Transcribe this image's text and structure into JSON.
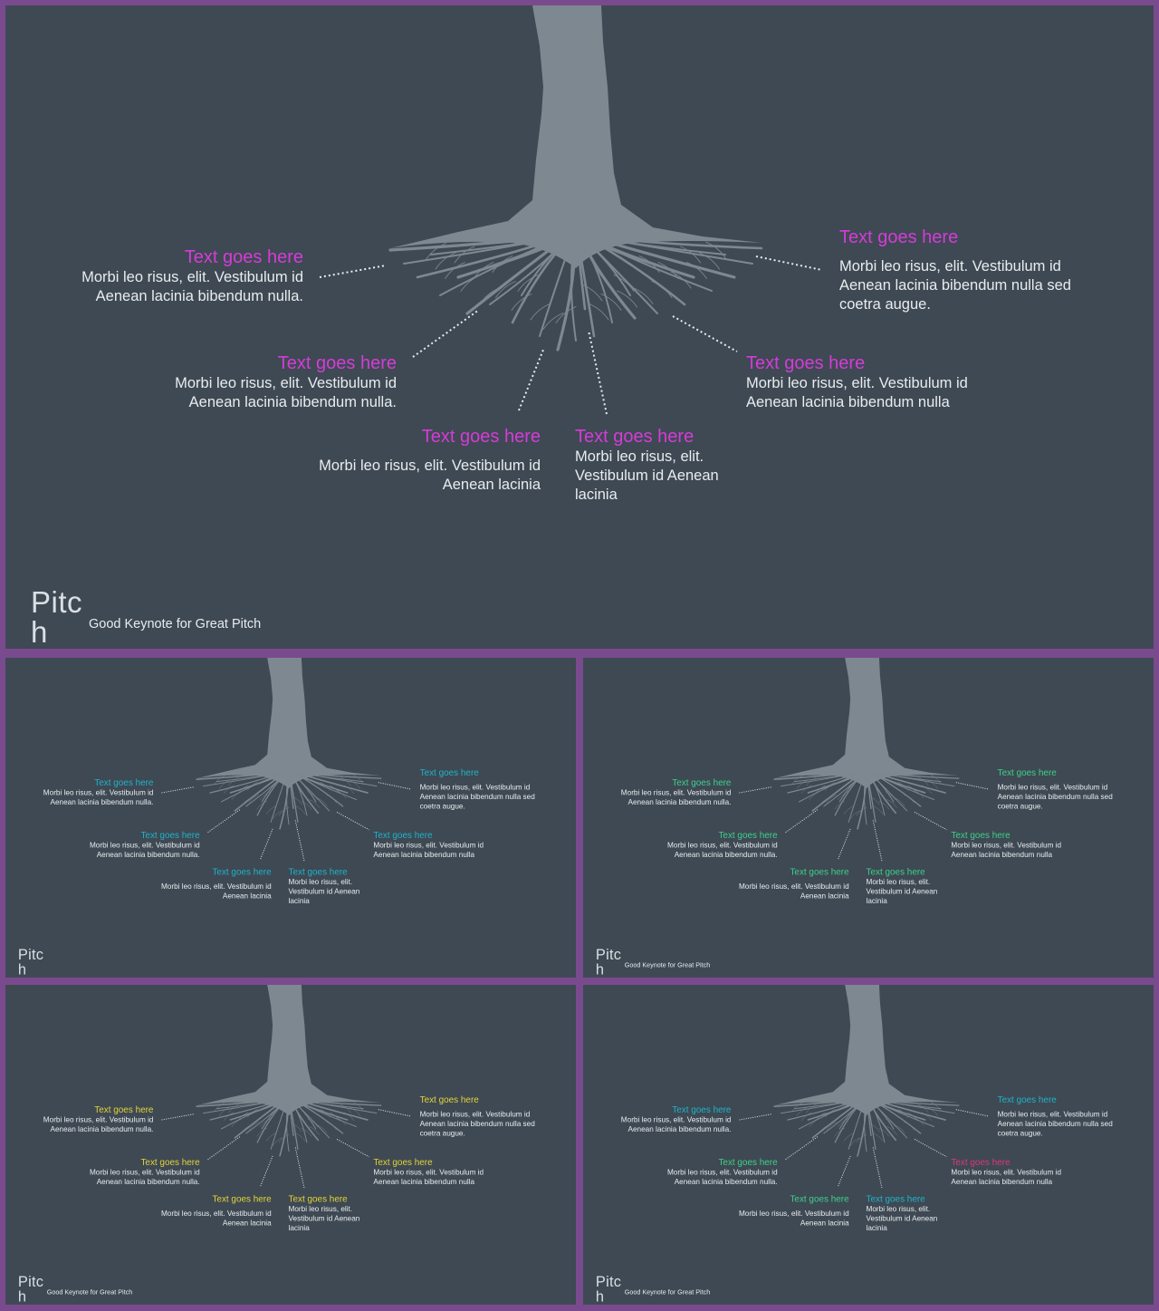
{
  "brand": {
    "name": "Pitch",
    "tagline": "Good Keynote for Great Pitch"
  },
  "slides": [
    {
      "accent": "#d63bd8",
      "titles": [
        "#d63bd8",
        "#d63bd8",
        "#d63bd8",
        "#d63bd8",
        "#d63bd8",
        "#d63bd8"
      ],
      "show_tagline": true
    },
    {
      "accent": "#1fb3c9",
      "titles": [
        "#1fb3c9",
        "#1fb3c9",
        "#1fb3c9",
        "#1fb3c9",
        "#1fb3c9",
        "#1fb3c9"
      ],
      "show_tagline": false
    },
    {
      "accent": "#3fd08a",
      "titles": [
        "#3fd08a",
        "#3fd08a",
        "#3fd08a",
        "#3fd08a",
        "#3fd08a",
        "#3fd08a"
      ],
      "show_tagline": true
    },
    {
      "accent": "#e3d33a",
      "titles": [
        "#e3d33a",
        "#e3d33a",
        "#e3d33a",
        "#e3d33a",
        "#e3d33a",
        "#e3d33a"
      ],
      "show_tagline": true
    },
    {
      "accent": "#1fb3c9",
      "titles": [
        "#1fb3c9",
        "#1fb3c9",
        "#3fd08a",
        "#e0357a",
        "#3fd08a",
        "#1fb3c9"
      ],
      "show_tagline": true
    }
  ],
  "items": [
    {
      "title": "Text goes here",
      "body": "Morbi leo risus, elit. Vestibulum id Aenean lacinia bibendum nulla."
    },
    {
      "title": "Text goes here",
      "body": "Morbi leo risus, elit. Vestibulum id Aenean lacinia bibendum nulla sed coetra augue."
    },
    {
      "title": "Text goes here",
      "body": "Morbi leo risus, elit. Vestibulum id Aenean lacinia bibendum nulla."
    },
    {
      "title": "Text goes here",
      "body": "Morbi leo risus, elit. Vestibulum id Aenean lacinia bibendum nulla"
    },
    {
      "title": "Text goes here",
      "body": "Morbi leo risus, elit. Vestibulum id Aenean lacinia"
    },
    {
      "title": "Text goes here",
      "body": "Morbi leo risus, elit. Vestibulum id Aenean lacinia"
    }
  ]
}
